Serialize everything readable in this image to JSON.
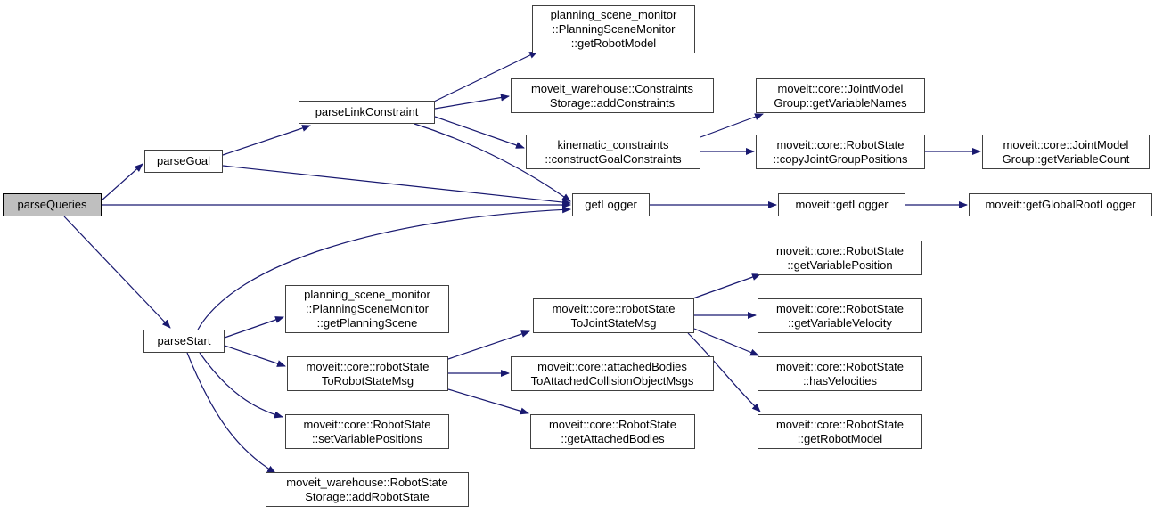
{
  "graph": {
    "kind": "call-graph",
    "root": "parseQueries",
    "colors": {
      "background": "#ffffff",
      "edge": "#191970",
      "node_border": "#404040",
      "node_fill": "#ffffff",
      "root_node_fill": "#bfbfbf",
      "text": "#000000"
    },
    "nodes": [
      {
        "id": "parseQueries",
        "label": "parseQueries",
        "highlight": true
      },
      {
        "id": "parseGoal",
        "label": "parseGoal"
      },
      {
        "id": "parseLinkConstraint",
        "label": "parseLinkConstraint"
      },
      {
        "id": "psmGetRobotModel",
        "label": "planning_scene_monitor\n::PlanningSceneMonitor\n::getRobotModel"
      },
      {
        "id": "addConstraints",
        "label": "moveit_warehouse::Constraints\nStorage::addConstraints"
      },
      {
        "id": "constructGoalConstraints",
        "label": "kinematic_constraints\n::constructGoalConstraints"
      },
      {
        "id": "getVariableNames",
        "label": "moveit::core::JointModel\nGroup::getVariableNames"
      },
      {
        "id": "copyJointGroupPositions",
        "label": "moveit::core::RobotState\n::copyJointGroupPositions"
      },
      {
        "id": "getVariableCount",
        "label": "moveit::core::JointModel\nGroup::getVariableCount"
      },
      {
        "id": "getLogger",
        "label": "getLogger"
      },
      {
        "id": "moveitGetLogger",
        "label": "moveit::getLogger"
      },
      {
        "id": "getGlobalRootLogger",
        "label": "moveit::getGlobalRootLogger"
      },
      {
        "id": "parseStart",
        "label": "parseStart"
      },
      {
        "id": "getPlanningScene",
        "label": "planning_scene_monitor\n::PlanningSceneMonitor\n::getPlanningScene"
      },
      {
        "id": "robotStateToRobotStateMsg",
        "label": "moveit::core::robotState\nToRobotStateMsg"
      },
      {
        "id": "setVariablePositions",
        "label": "moveit::core::RobotState\n::setVariablePositions"
      },
      {
        "id": "addRobotState",
        "label": "moveit_warehouse::RobotState\nStorage::addRobotState"
      },
      {
        "id": "robotStateToJointStateMsg",
        "label": "moveit::core::robotState\nToJointStateMsg"
      },
      {
        "id": "attachedBodiesToMsgs",
        "label": "moveit::core::attachedBodies\nToAttachedCollisionObjectMsgs"
      },
      {
        "id": "getAttachedBodies",
        "label": "moveit::core::RobotState\n::getAttachedBodies"
      },
      {
        "id": "getVariablePosition",
        "label": "moveit::core::RobotState\n::getVariablePosition"
      },
      {
        "id": "getVariableVelocity",
        "label": "moveit::core::RobotState\n::getVariableVelocity"
      },
      {
        "id": "hasVelocities",
        "label": "moveit::core::RobotState\n::hasVelocities"
      },
      {
        "id": "rsGetRobotModel",
        "label": "moveit::core::RobotState\n::getRobotModel"
      }
    ],
    "edges": [
      {
        "from": "parseQueries",
        "to": "parseGoal"
      },
      {
        "from": "parseQueries",
        "to": "getLogger"
      },
      {
        "from": "parseQueries",
        "to": "parseStart"
      },
      {
        "from": "parseGoal",
        "to": "parseLinkConstraint"
      },
      {
        "from": "parseGoal",
        "to": "getLogger"
      },
      {
        "from": "parseLinkConstraint",
        "to": "psmGetRobotModel"
      },
      {
        "from": "parseLinkConstraint",
        "to": "addConstraints"
      },
      {
        "from": "parseLinkConstraint",
        "to": "constructGoalConstraints"
      },
      {
        "from": "parseLinkConstraint",
        "to": "getLogger"
      },
      {
        "from": "constructGoalConstraints",
        "to": "getVariableNames"
      },
      {
        "from": "constructGoalConstraints",
        "to": "copyJointGroupPositions"
      },
      {
        "from": "copyJointGroupPositions",
        "to": "getVariableCount"
      },
      {
        "from": "getLogger",
        "to": "moveitGetLogger"
      },
      {
        "from": "moveitGetLogger",
        "to": "getGlobalRootLogger"
      },
      {
        "from": "parseStart",
        "to": "getLogger"
      },
      {
        "from": "parseStart",
        "to": "getPlanningScene"
      },
      {
        "from": "parseStart",
        "to": "robotStateToRobotStateMsg"
      },
      {
        "from": "parseStart",
        "to": "setVariablePositions"
      },
      {
        "from": "parseStart",
        "to": "addRobotState"
      },
      {
        "from": "robotStateToRobotStateMsg",
        "to": "robotStateToJointStateMsg"
      },
      {
        "from": "robotStateToRobotStateMsg",
        "to": "attachedBodiesToMsgs"
      },
      {
        "from": "robotStateToRobotStateMsg",
        "to": "getAttachedBodies"
      },
      {
        "from": "robotStateToJointStateMsg",
        "to": "getVariablePosition"
      },
      {
        "from": "robotStateToJointStateMsg",
        "to": "getVariableVelocity"
      },
      {
        "from": "robotStateToJointStateMsg",
        "to": "hasVelocities"
      },
      {
        "from": "robotStateToJointStateMsg",
        "to": "rsGetRobotModel"
      }
    ]
  }
}
